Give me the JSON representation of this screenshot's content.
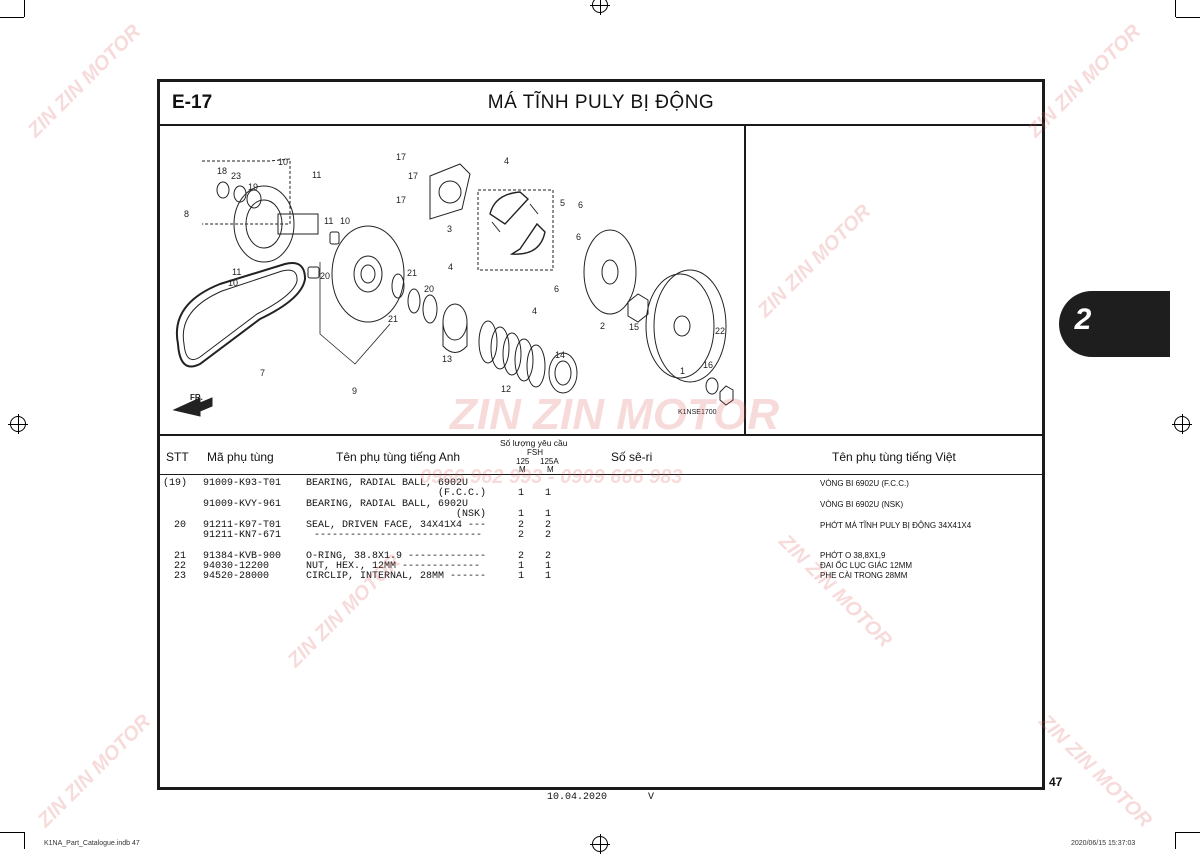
{
  "header": {
    "code": "E-17",
    "title": "MÁ TĨNH PULY BỊ ĐỘNG"
  },
  "diagram": {
    "reference": "K1NSE1700",
    "direction_label": "FR.",
    "callouts": [
      "1",
      "2",
      "3",
      "4",
      "4",
      "4",
      "5",
      "6",
      "6",
      "6",
      "7",
      "8",
      "9",
      "10",
      "10",
      "11",
      "11",
      "11",
      "12",
      "13",
      "14",
      "15",
      "16",
      "17",
      "17",
      "17",
      "18",
      "19",
      "20",
      "20",
      "21",
      "21",
      "22",
      "23"
    ]
  },
  "table": {
    "headers": {
      "stt": "STT",
      "part_no": "Mã phụ tùng",
      "name_en": "Tên phụ tùng tiếng Anh",
      "qty_label": "Số lượng yêu cầu",
      "model": "FSH",
      "col1": "125",
      "col1_sub": "M",
      "col2": "125A",
      "col2_sub": "M",
      "serial": "Số sê-ri",
      "name_vn": "Tên phụ tùng tiếng Việt"
    },
    "rows": [
      {
        "stt": "(19)",
        "part": "91009-K93-T01",
        "name_en": "BEARING, RADIAL BALL, 6902U",
        "note": "(F.C.C.)",
        "q1": "1",
        "q2": "1",
        "name_vn": "VÒNG BI 6902U (F.C.C.)"
      },
      {
        "stt": "",
        "part": "91009-KVY-961",
        "name_en": "BEARING, RADIAL BALL, 6902U",
        "note": "(NSK)",
        "q1": "1",
        "q2": "1",
        "name_vn": "VÒNG BI 6902U (NSK)"
      },
      {
        "stt": "20",
        "part": "91211-K97-T01",
        "name_en": "SEAL, DRIVEN FACE, 34X41X4 ---",
        "note": "",
        "q1": "2",
        "q2": "2",
        "name_vn": "PHỚT MÁ TĨNH PULY BỊ ĐỘNG 34X41X4"
      },
      {
        "stt": "",
        "part": "91211-KN7-671",
        "name_en": "----------------------------",
        "note": "",
        "q1": "2",
        "q2": "2",
        "name_vn": ""
      },
      {
        "stt": "21",
        "part": "91384-KVB-900",
        "name_en": "O-RING, 38.8X1.9 -------------",
        "note": "",
        "q1": "2",
        "q2": "2",
        "name_vn": "PHỚT O 38,8X1,9"
      },
      {
        "stt": "22",
        "part": "94030-12200",
        "name_en": "NUT, HEX., 12MM -------------",
        "note": "",
        "q1": "1",
        "q2": "1",
        "name_vn": "ĐAI ỐC LỤC GIÁC 12MM"
      },
      {
        "stt": "23",
        "part": "94520-28000",
        "name_en": "CIRCLIP, INTERNAL, 28MM ------",
        "note": "",
        "q1": "1",
        "q2": "1",
        "name_vn": "PHE CÀI TRONG 28MM"
      }
    ]
  },
  "chapter_tab": "2",
  "page_number": "47",
  "footer": {
    "date": "10.04.2020",
    "rev": "V",
    "file": "K1NA_Part_Catalogue.indb   47",
    "timestamp": "2020/06/15   15:37:03"
  },
  "watermark": {
    "brand": "ZIN ZIN MOTOR",
    "phone": "0966 962 993 - 0909 666 983"
  },
  "colors": {
    "frame": "#1a1a1a",
    "tab": "#1e1e1e",
    "watermark": "#dc5a5a"
  }
}
